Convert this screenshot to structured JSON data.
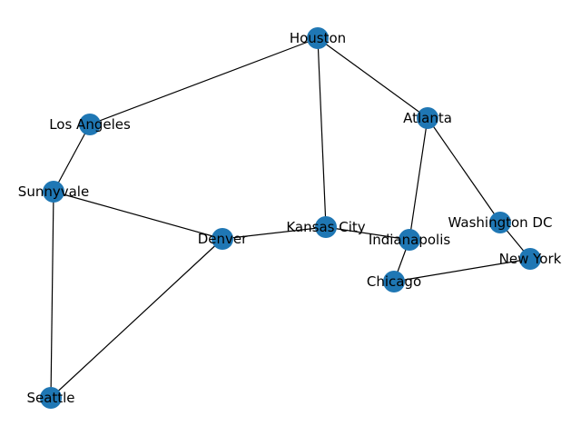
{
  "graph": {
    "node_color": "#1f77b4",
    "edge_color": "#000000",
    "nodes": [
      {
        "id": "houston",
        "label": "Houston"
      },
      {
        "id": "los-angeles",
        "label": "Los Angeles"
      },
      {
        "id": "atlanta",
        "label": "Atlanta"
      },
      {
        "id": "sunnyvale",
        "label": "Sunnyvale"
      },
      {
        "id": "washington-dc",
        "label": "Washington DC"
      },
      {
        "id": "kansas-city",
        "label": "Kansas City"
      },
      {
        "id": "denver",
        "label": "Denver"
      },
      {
        "id": "indianapolis",
        "label": "Indianapolis"
      },
      {
        "id": "new-york",
        "label": "New York"
      },
      {
        "id": "chicago",
        "label": "Chicago"
      },
      {
        "id": "seattle",
        "label": "Seattle"
      }
    ],
    "edges": [
      [
        "houston",
        "los-angeles"
      ],
      [
        "houston",
        "atlanta"
      ],
      [
        "houston",
        "kansas-city"
      ],
      [
        "los-angeles",
        "sunnyvale"
      ],
      [
        "sunnyvale",
        "denver"
      ],
      [
        "sunnyvale",
        "seattle"
      ],
      [
        "denver",
        "seattle"
      ],
      [
        "denver",
        "kansas-city"
      ],
      [
        "kansas-city",
        "indianapolis"
      ],
      [
        "atlanta",
        "indianapolis"
      ],
      [
        "atlanta",
        "washington-dc"
      ],
      [
        "washington-dc",
        "new-york"
      ],
      [
        "indianapolis",
        "chicago"
      ],
      [
        "chicago",
        "new-york"
      ]
    ]
  }
}
